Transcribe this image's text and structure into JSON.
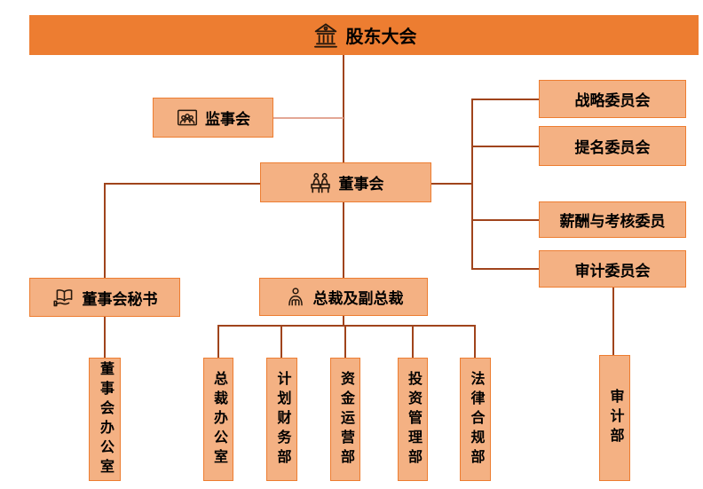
{
  "chart": {
    "type": "org-chart",
    "root": "股东大会",
    "supervisory": "监事会",
    "board": "董事会",
    "secretary": "董事会秘书",
    "president": "总裁及副总裁",
    "committees": [
      "战略委员会",
      "提名委员会",
      "薪酬与考核委员",
      "审计委员会"
    ],
    "departments": [
      "董事会办公室",
      "总裁办公室",
      "计划财务部",
      "资金运营部",
      "投资管理部",
      "法律合规部",
      "审计部"
    ]
  },
  "icons": {
    "root": "bank-icon",
    "supervisory": "group-frame-icon",
    "board": "meeting-pair-icon",
    "secretary": "book-hand-icon",
    "president": "person-desk-icon"
  },
  "colors": {
    "banner_fill": "#ED7D31",
    "node_fill": "#F4B183",
    "node_border": "#ED7D31",
    "connector": "#A0441C",
    "connector_light": "#E3A795",
    "text": "#000000"
  }
}
